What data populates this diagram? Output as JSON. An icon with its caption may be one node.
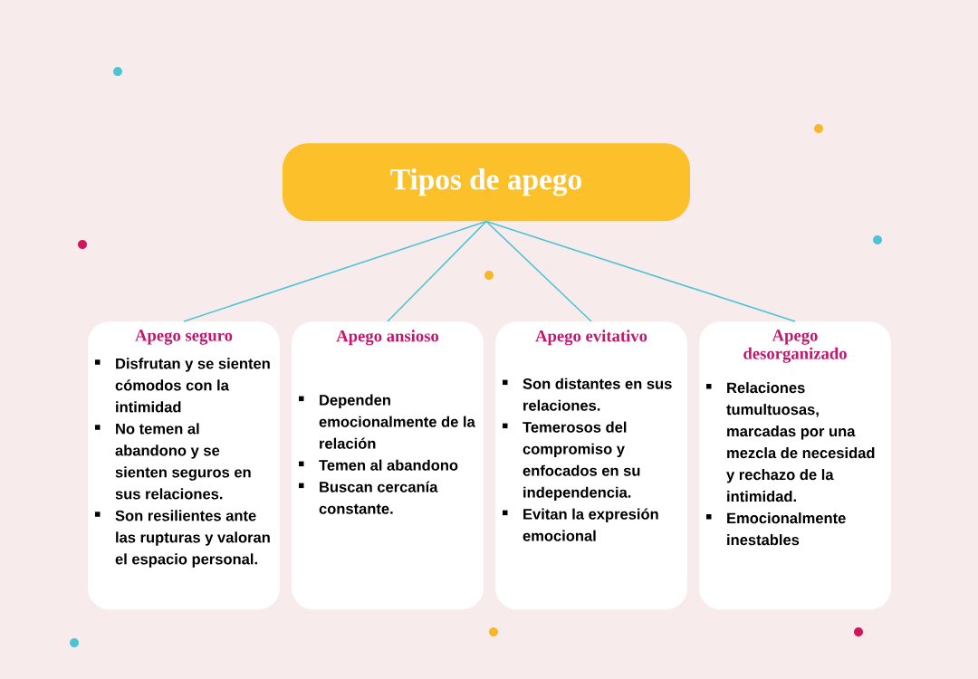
{
  "diagram": {
    "nodes": [
      {
        "text": [
          "Tipos de apego"
        ]
      },
      {
        "text": [
          "Apego seguro",
          "Disfrutan y se sienten cómodos con la intimidad",
          "No temen al abandono y se sienten seguros en sus relaciones.",
          "Son resilientes ante las rupturas y valoran el espacio personal."
        ]
      },
      {
        "text": [
          "Apego ansioso",
          "Dependen emocionalmente de la relación",
          "Temen al abandono",
          "Buscan cercanía constante."
        ]
      },
      {
        "text": [
          "Apego evitativo",
          "Son distantes en sus relaciones.",
          "Temerosos del compromiso y enfocados en su independencia.",
          "Evitan la expresión emocional"
        ]
      },
      {
        "text": [
          "Apego desorganizado",
          "Relaciones tumultuosas, marcadas por una mezcla de necesidad y rechazo de la intimidad.",
          "Emocionalmente inestables"
        ]
      }
    ],
    "edges": [
      {
        "from": 0,
        "to": 1,
        "arrow": "none"
      },
      {
        "from": 0,
        "to": 2,
        "arrow": "none"
      },
      {
        "from": 0,
        "to": 3,
        "arrow": "none"
      },
      {
        "from": 0,
        "to": 4,
        "arrow": "none"
      }
    ]
  }
}
